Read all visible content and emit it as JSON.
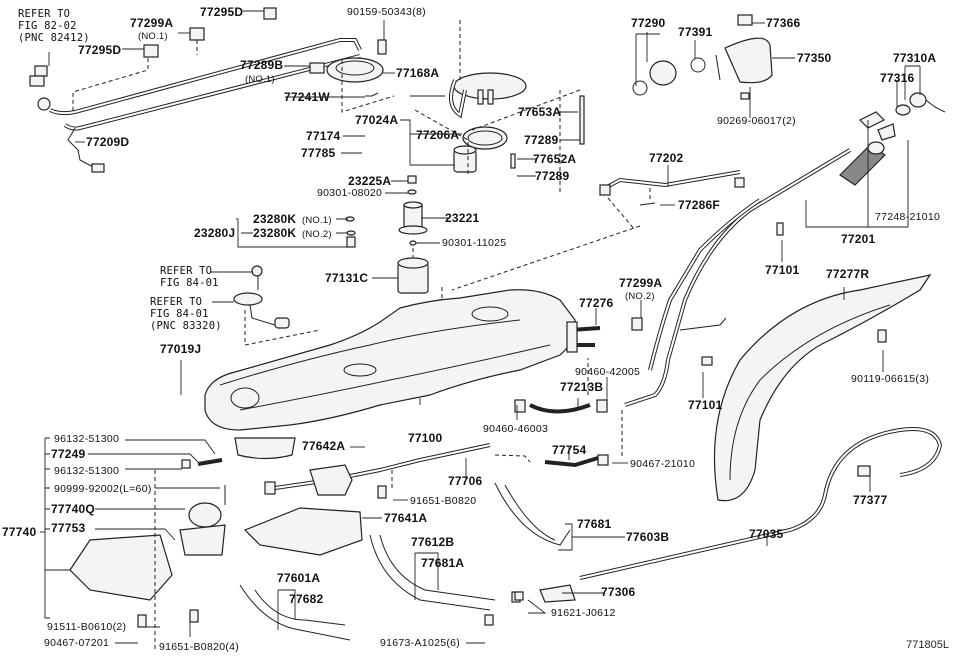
{
  "figure": {
    "title": "Fuel Tank & Tube Parts Diagram",
    "figure_id": "771805L"
  },
  "references": [
    {
      "id": "ref-82-02",
      "lines": [
        "REFER TO",
        "FIG 82-02",
        "(PNC 82412)"
      ]
    },
    {
      "id": "ref-84-01-bolt",
      "lines": [
        "REFER TO",
        "FIG 84-01"
      ]
    },
    {
      "id": "ref-84-01-gauge",
      "lines": [
        "REFER TO",
        "FIG 84-01",
        "(PNC 83320)"
      ]
    }
  ],
  "labels": {
    "p77299A_1": "77299A",
    "p77299A_1_sub": "(NO.1)",
    "p77295D_top": "77295D",
    "p77295D": "77295D",
    "p77209D": "77209D",
    "p90159": "90159-50343(8)",
    "p77289B": "77289B",
    "p77289B_sub": "(NO.1)",
    "p77168A": "77168A",
    "p77241W": "77241W",
    "p77024A": "77024A",
    "p77206A": "77206A",
    "p77174": "77174",
    "p77785": "77785",
    "p77653A": "77653A",
    "p77289_a": "77289",
    "p77652A": "77652A",
    "p77289_b": "77289",
    "p23225A": "23225A",
    "p90301_08020": "90301-08020",
    "p23280K_1": "23280K",
    "p23280K_1_sub": "(NO.1)",
    "p23280J": "23280J",
    "p23280K_2": "23280K",
    "p23280K_2_sub": "(NO.2)",
    "p23221": "23221",
    "p90301_11025": "90301-11025",
    "p77131C": "77131C",
    "p77019J": "77019J",
    "p77290": "77290",
    "p77391": "77391",
    "p77366": "77366",
    "p77350": "77350",
    "p90269": "90269-06017(2)",
    "p77310A": "77310A",
    "p77316": "77316",
    "p77202": "77202",
    "p77286F": "77286F",
    "p77248": "77248-21010",
    "p77201": "77201",
    "p77101_a": "77101",
    "p77277R": "77277R",
    "p77299A_2": "77299A",
    "p77299A_2_sub": "(NO.2)",
    "p77276": "77276",
    "p90460_42005": "90460-42005",
    "p77213B": "77213B",
    "p77101_b": "77101",
    "p90119": "90119-06615(3)",
    "p77100": "77100",
    "p90460_46003": "90460-46003",
    "p96132_a": "96132-51300",
    "p77249": "77249",
    "p96132_b": "96132-51300",
    "p90999": "90999-92002(L=60)",
    "p77740Q": "77740Q",
    "p77753": "77753",
    "p77740": "77740",
    "p77642A": "77642A",
    "p77706": "77706",
    "p91651_a": "91651-B0820",
    "p77641A": "77641A",
    "p77754": "77754",
    "p90467_21010": "90467-21010",
    "p77681": "77681",
    "p77603B": "77603B",
    "p77035": "77035",
    "p77377": "77377",
    "p77612B": "77612B",
    "p77681A": "77681A",
    "p77601A": "77601A",
    "p77682": "77682",
    "p77306": "77306",
    "p91621": "91621-J0612",
    "p91511": "91511-B0610(2)",
    "p90467_07201": "90467-07201",
    "p91651_b": "91651-B0820(4)",
    "p91673": "91673-A1025(6)"
  }
}
